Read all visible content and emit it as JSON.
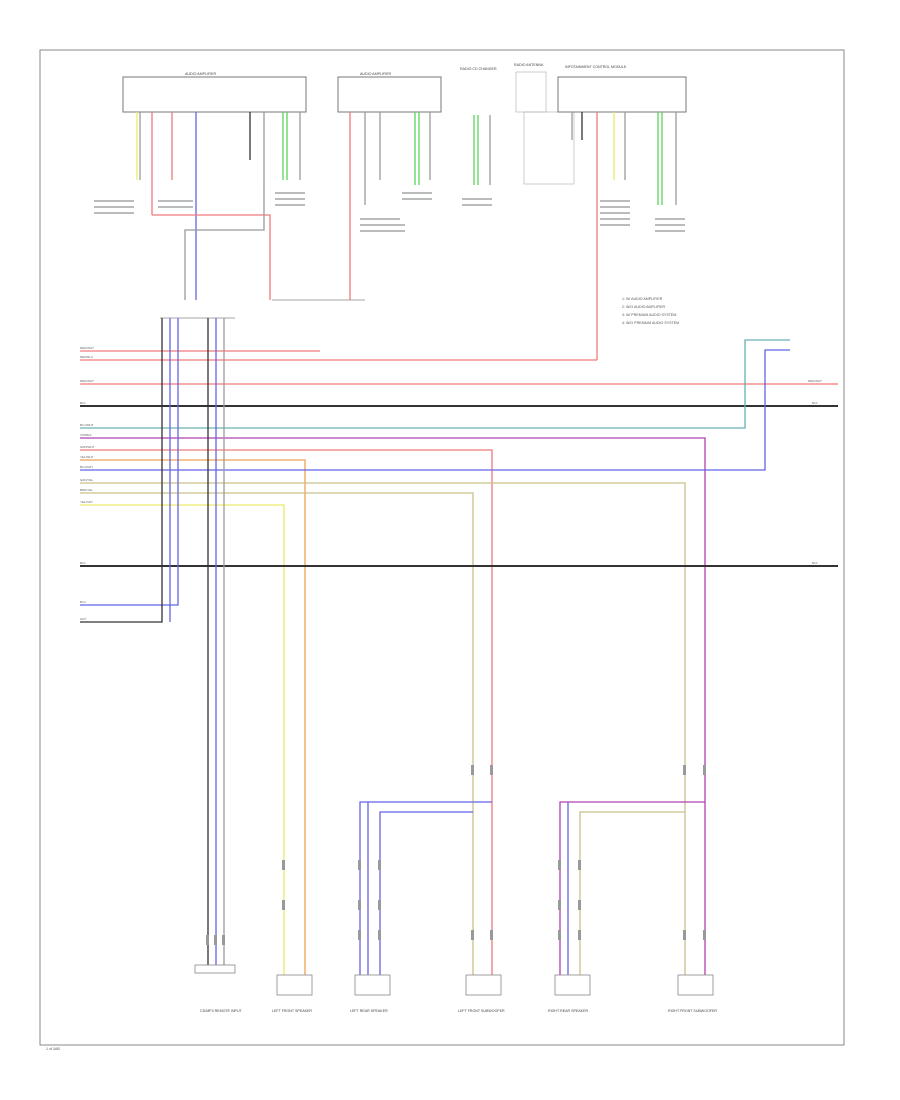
{
  "colors": {
    "border": "#777777",
    "red": "#f07a7a",
    "blue": "#6464e6",
    "black": "#333333",
    "gray": "#9a9a9a",
    "green": "#5cd65c",
    "yellow": "#eaea6a",
    "tan": "#c9c08a",
    "orange": "#f0a050",
    "teal": "#6ab0b0",
    "violet": "#b040b0"
  },
  "modules": {
    "top1": "AUDIO AMPLIFIER",
    "top2": "AUDIO AMPLIFIER",
    "top3": "RADIO CD CHANGER",
    "top4_note": "RADIO ANTENNA",
    "top5": "INFOTAINMENT CONTROL MODULE"
  },
  "legend": [
    "1: W/ AUDIO AMPLIFIER",
    "2: W/O AUDIO AMPLIFIER",
    "3: W/ PREMIUM AUDIO SYSTEM",
    "4: W/O PREMIUM AUDIO SYSTEM"
  ],
  "bus_wires": [
    {
      "left": "RED/WHT",
      "right": "",
      "color": "red"
    },
    {
      "left": "RED/BLU",
      "right": "",
      "color": "red"
    },
    {
      "left": "RED/WHT",
      "right": "RED/WHT",
      "color": "red"
    },
    {
      "left": "BLK",
      "right": "BLK",
      "color": "black"
    },
    {
      "left": "BLU/WHT",
      "right": "",
      "color": "teal"
    },
    {
      "left": "VIO/BLK",
      "right": "",
      "color": "violet"
    },
    {
      "left": "GRN/WHT",
      "right": "",
      "color": "red"
    },
    {
      "left": "YEL/WHT",
      "right": "",
      "color": "yellow"
    },
    {
      "left": "BLU/GRY",
      "right": "",
      "color": "blue"
    },
    {
      "left": "GRN/YEL",
      "right": "",
      "color": "tan"
    },
    {
      "left": "BRN/YEL",
      "right": "",
      "color": "tan"
    },
    {
      "left": "YEL/GRY",
      "right": "",
      "color": "yellow"
    },
    {
      "left": "BLK",
      "right": "BLK",
      "color": "black"
    },
    {
      "left": "BLU",
      "right": "",
      "color": "blue"
    },
    {
      "left": "GRY",
      "right": "",
      "color": "gray"
    }
  ],
  "bottom_components": [
    "CD/MP3 REMOTE INPUT",
    "LEFT FRONT SPEAKER",
    "LEFT REAR SPEAKER",
    "LEFT FRONT SUBWOOFER",
    "RIGHT REAR SPEAKER",
    "RIGHT FRONT SUBWOOFER"
  ],
  "footer_code": "1 of 3AB"
}
